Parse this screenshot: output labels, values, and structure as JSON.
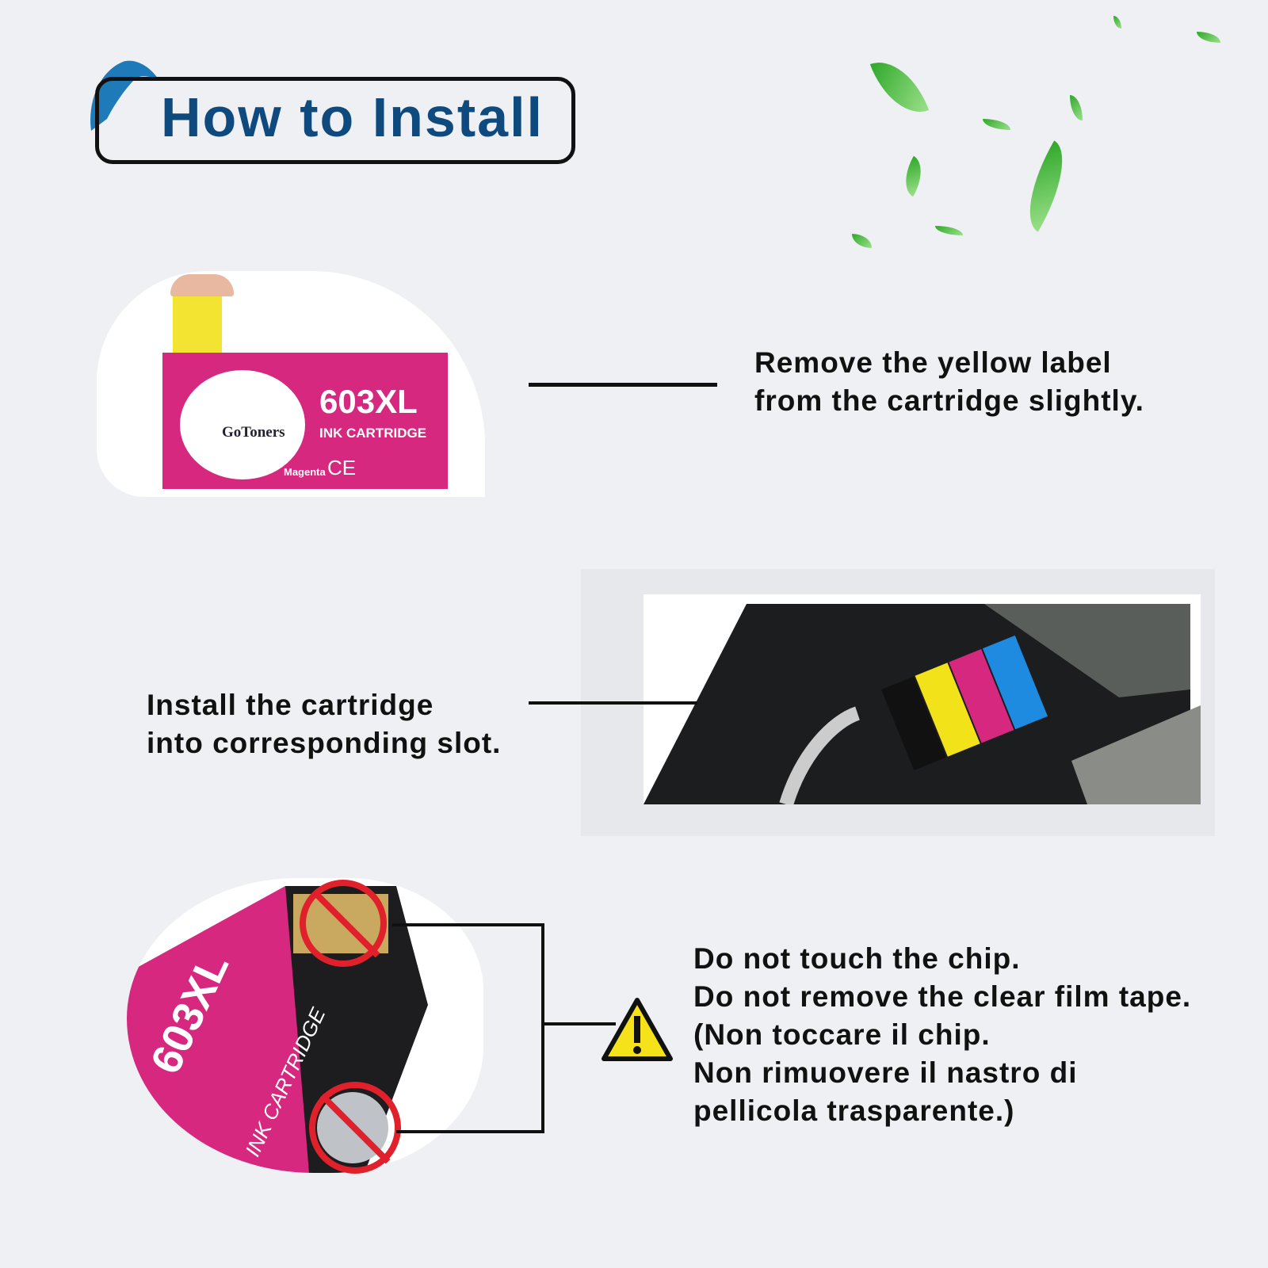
{
  "header": {
    "title": "How to Install",
    "logo_icon": "dolphin-icon"
  },
  "step1": {
    "text_line1": "Remove the yellow label",
    "text_line2": "from the cartridge slightly.",
    "cartridge": {
      "model": "603XL",
      "type": "INK CARTRIDGE",
      "brand": "GoToners",
      "color": "Magenta",
      "marks": "CE"
    }
  },
  "step2": {
    "text_line1": "Install the cartridge",
    "text_line2": "into corresponding slot."
  },
  "step3": {
    "lines": [
      "Do not touch the chip.",
      "Do not remove the clear film tape.",
      "(Non toccare il chip.",
      "Non rimuovere il nastro di",
      "pellicola trasparente.)"
    ],
    "cartridge": {
      "model": "603XL",
      "type": "INK CARTRIDGE"
    }
  },
  "colors": {
    "accent": "#0f4a7f",
    "magenta": "#d6287f",
    "warning": "#f5e21a",
    "prohibit": "#e0202a"
  }
}
